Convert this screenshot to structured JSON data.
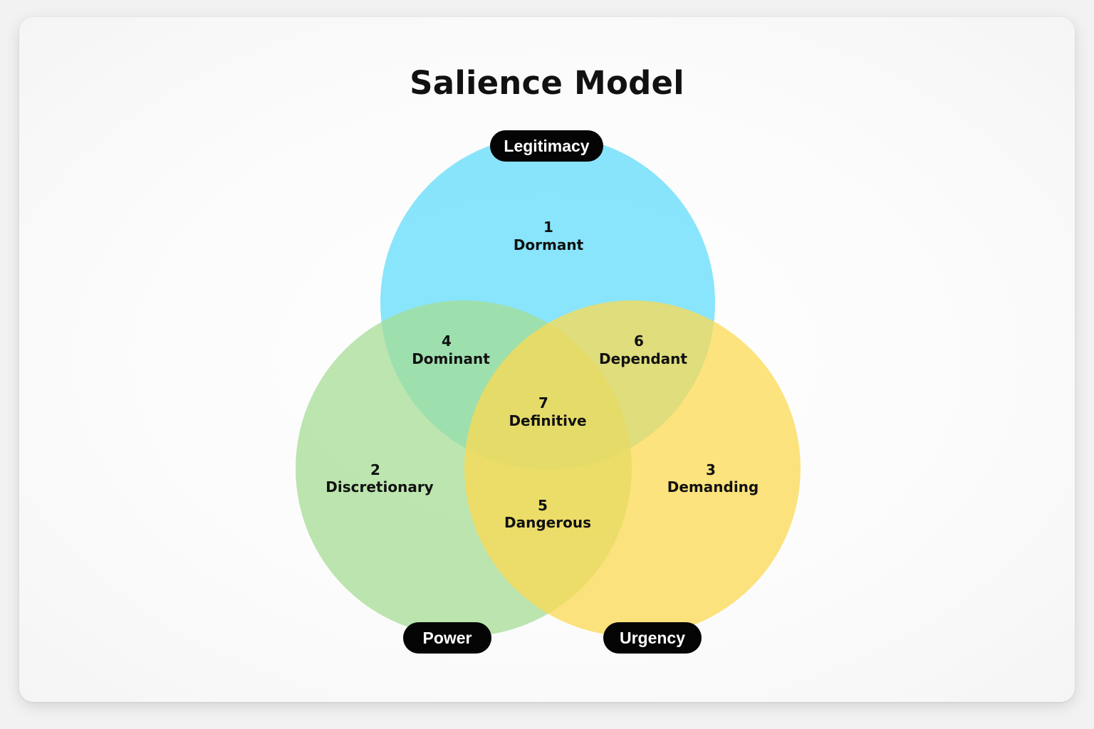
{
  "title": "Salience Model",
  "sets": [
    {
      "key": "legitimacy",
      "label": "Legitimacy",
      "color": "#62DCFA"
    },
    {
      "key": "power",
      "label": "Power",
      "color": "#A6DC94"
    },
    {
      "key": "urgency",
      "label": "Urgency",
      "color": "#FCD951"
    }
  ],
  "regions": [
    {
      "key": "dormant",
      "number": "1",
      "label": "Dormant",
      "sets": [
        "legitimacy"
      ]
    },
    {
      "key": "discretionary",
      "number": "2",
      "label": "Discretionary",
      "sets": [
        "power"
      ]
    },
    {
      "key": "demanding",
      "number": "3",
      "label": "Demanding",
      "sets": [
        "urgency"
      ]
    },
    {
      "key": "dominant",
      "number": "4",
      "label": "Dominant",
      "sets": [
        "legitimacy",
        "power"
      ]
    },
    {
      "key": "dangerous",
      "number": "5",
      "label": "Dangerous",
      "sets": [
        "power",
        "urgency"
      ]
    },
    {
      "key": "dependant",
      "number": "6",
      "label": "Dependant",
      "sets": [
        "legitimacy",
        "urgency"
      ]
    },
    {
      "key": "definitive",
      "number": "7",
      "label": "Definitive",
      "sets": [
        "legitimacy",
        "power",
        "urgency"
      ]
    }
  ]
}
